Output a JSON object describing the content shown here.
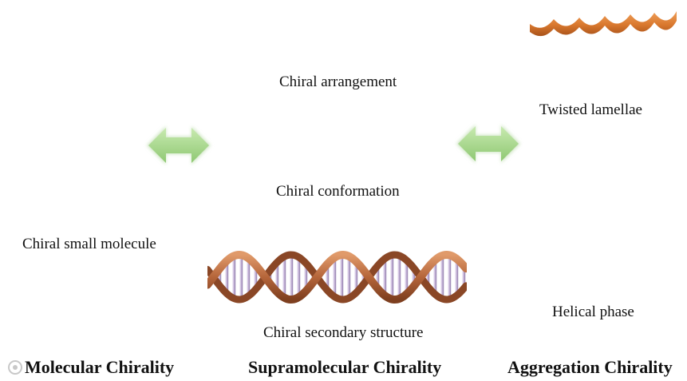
{
  "labels": {
    "chiral_arrangement": "Chiral arrangement",
    "twisted_lamellae": "Twisted lamellae",
    "chiral_conformation": "Chiral conformation",
    "chiral_small_molecule": "Chiral small molecule",
    "helical_phase": "Helical phase",
    "chiral_secondary_structure": "Chiral secondary structure"
  },
  "headings": {
    "molecular": "Molecular Chirality",
    "supramolecular": "Supramolecular Chirality",
    "aggregation": "Aggregation Chirality"
  },
  "colors": {
    "arrow_fill": "#a8d68c",
    "helix_brown": "#b5653a",
    "rung_lavender": "#c9b8dc",
    "lamella_orange": "#d9782e"
  },
  "icons": {
    "left_arrow": "double-headed-arrow-icon",
    "right_arrow": "double-headed-arrow-icon",
    "dna": "dna-helix-icon",
    "lamellae": "twisted-ribbon-icon"
  }
}
